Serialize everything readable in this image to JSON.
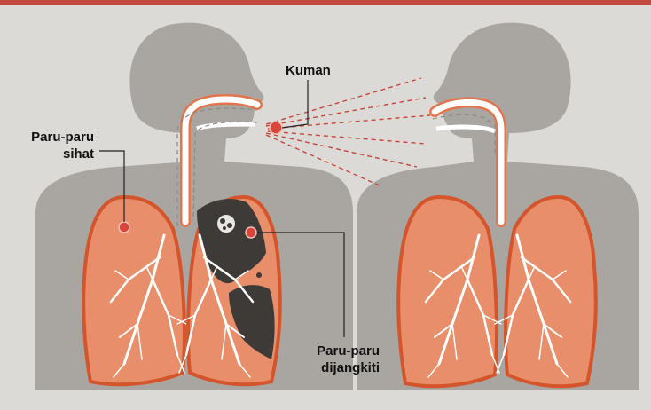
{
  "labels": {
    "germ": "Kuman",
    "healthy_lung": [
      "Paru-paru",
      "sihat"
    ],
    "infected_lung": [
      "Paru-paru",
      "dijangkiti"
    ]
  },
  "colors": {
    "background": "#dcdad6",
    "silhouette": "#a9a6a1",
    "lung_fill": "#e98e6a",
    "lung_outline": "#d4552b",
    "airway": "#ffffff",
    "infection": "#3d3a37",
    "germ": "#d9443b"
  },
  "icons": [
    "germ-icon",
    "bacteria-cluster-icon"
  ]
}
